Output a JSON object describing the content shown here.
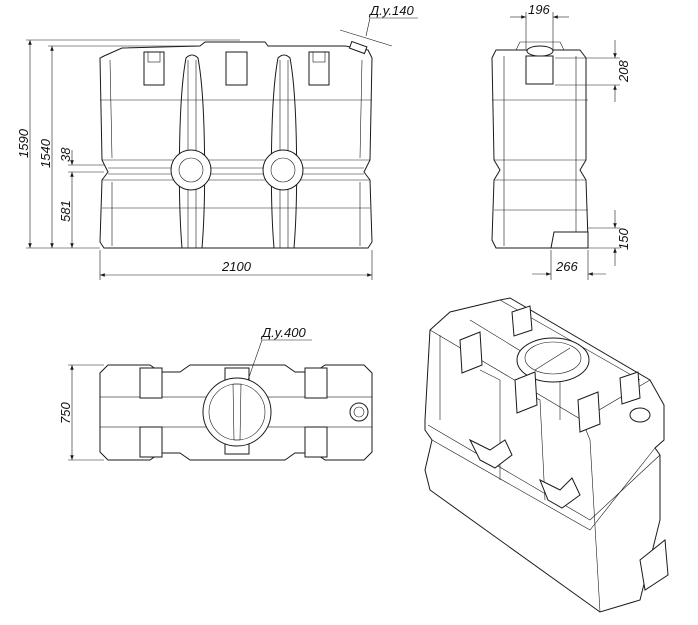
{
  "dimensions": {
    "overall_height": "1590",
    "body_height": "1540",
    "waist_height": "38",
    "lower_section_height": "581",
    "length": "2100",
    "hatch_width": "196",
    "hatch_height": "208",
    "outlet_height": "150",
    "outlet_width": "266",
    "width": "750"
  },
  "labels": {
    "small_fitting": "Д.у.140",
    "main_hatch": "Д.у.400"
  }
}
